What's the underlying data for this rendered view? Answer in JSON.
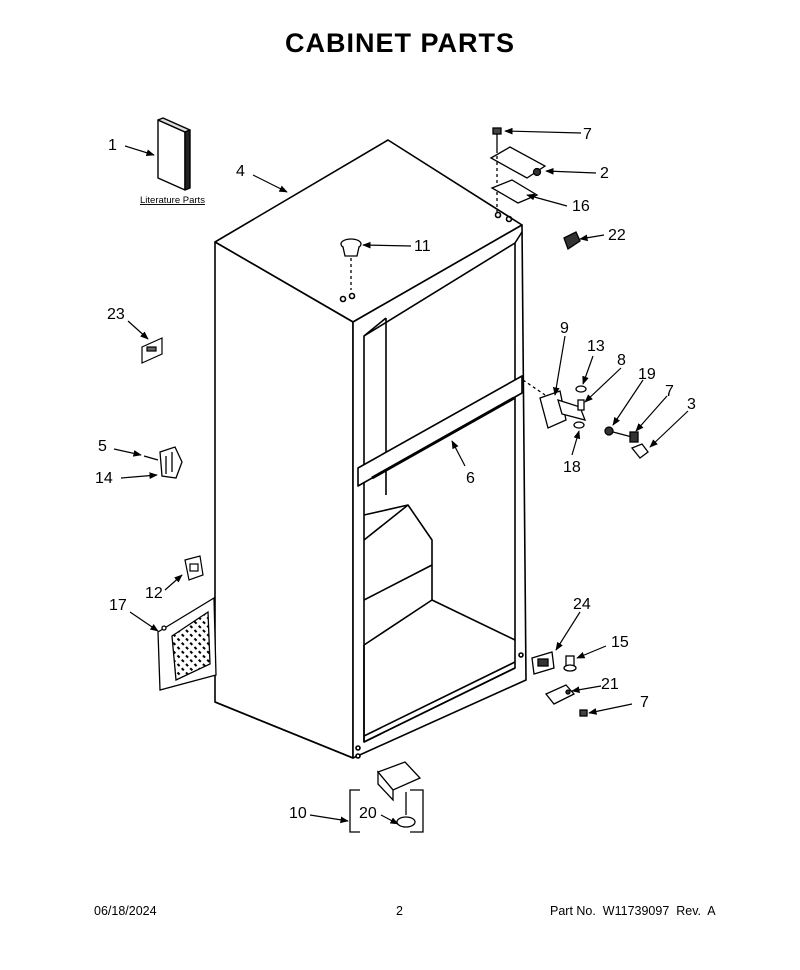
{
  "title": "CABINET PARTS",
  "literature_label": "Literature Parts",
  "callouts": {
    "c1": "1",
    "c2": "2",
    "c3": "3",
    "c4": "4",
    "c5": "5",
    "c6": "6",
    "c7": "7",
    "c8": "8",
    "c9": "9",
    "c10": "10",
    "c11": "11",
    "c12": "12",
    "c13": "13",
    "c14": "14",
    "c15": "15",
    "c16": "16",
    "c17": "17",
    "c18": "18",
    "c19": "19",
    "c20": "20",
    "c21": "21",
    "c22": "22",
    "c23": "23",
    "c24": "24"
  },
  "footer": {
    "date": "06/18/2024",
    "page": "2",
    "part": "Part No.  W11739097  Rev.  A"
  }
}
